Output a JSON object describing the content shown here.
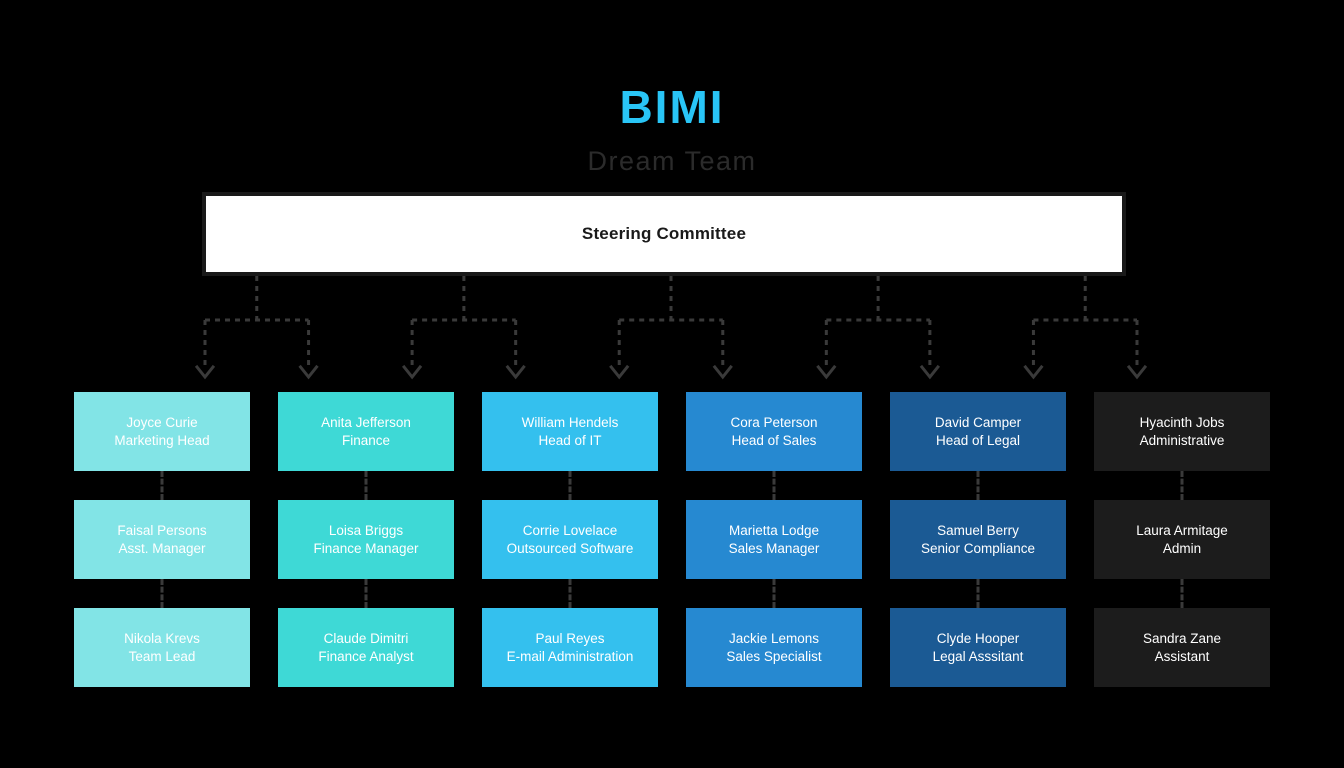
{
  "header": {
    "title": "BIMI",
    "subtitle": "Dream Team",
    "title_color": "#29c5f6",
    "subtitle_color": "#2b2b2b"
  },
  "canvas": {
    "background": "#000000"
  },
  "root": {
    "label": "Steering Committee",
    "background": "#ffffff",
    "text_color": "#1a1a1a",
    "frame_color": "#191919"
  },
  "connector": {
    "style": "dashed",
    "color": "#3a3a3a",
    "arrowhead": "chevron-down",
    "branch_count": 5,
    "arrow_count": 10
  },
  "columns": [
    {
      "id": "marketing",
      "color": "#82e4e6",
      "nodes": [
        {
          "name": "Joyce Curie",
          "role": "Marketing Head"
        },
        {
          "name": "Faisal Persons",
          "role": "Asst. Manager"
        },
        {
          "name": "Nikola Krevs",
          "role": "Team Lead"
        }
      ]
    },
    {
      "id": "finance",
      "color": "#3ed9d6",
      "nodes": [
        {
          "name": "Anita Jefferson",
          "role": "Finance"
        },
        {
          "name": "Loisa Briggs",
          "role": "Finance Manager"
        },
        {
          "name": "Claude Dimitri",
          "role": "Finance Analyst"
        }
      ]
    },
    {
      "id": "it",
      "color": "#34c0ee",
      "nodes": [
        {
          "name": "William Hendels",
          "role": "Head of IT"
        },
        {
          "name": "Corrie Lovelace",
          "role": "Outsourced Software"
        },
        {
          "name": "Paul Reyes",
          "role": "E-mail Administration"
        }
      ]
    },
    {
      "id": "sales",
      "color": "#2689d1",
      "nodes": [
        {
          "name": "Cora Peterson",
          "role": "Head of Sales"
        },
        {
          "name": "Marietta Lodge",
          "role": "Sales Manager"
        },
        {
          "name": "Jackie Lemons",
          "role": "Sales Specialist"
        }
      ]
    },
    {
      "id": "legal",
      "color": "#1b5a94",
      "nodes": [
        {
          "name": "David Camper",
          "role": "Head of Legal"
        },
        {
          "name": "Samuel Berry",
          "role": "Senior Compliance"
        },
        {
          "name": "Clyde Hooper",
          "role": "Legal Asssitant"
        }
      ]
    },
    {
      "id": "administrative",
      "color": "#1c1c1c",
      "nodes": [
        {
          "name": "Hyacinth Jobs",
          "role": "Administrative"
        },
        {
          "name": "Laura Armitage",
          "role": "Admin"
        },
        {
          "name": "Sandra Zane",
          "role": "Assistant"
        }
      ]
    }
  ]
}
